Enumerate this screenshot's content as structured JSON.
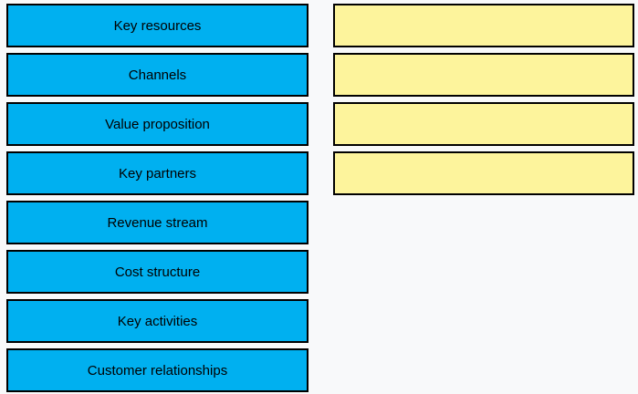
{
  "colors": {
    "background": "#f8f9fa",
    "option_fill": "#00b0f0",
    "target_fill": "#fdf49c",
    "border": "#000000",
    "text": "#000000"
  },
  "options": [
    {
      "label": "Key resources"
    },
    {
      "label": "Channels"
    },
    {
      "label": "Value proposition"
    },
    {
      "label": "Key partners"
    },
    {
      "label": "Revenue stream"
    },
    {
      "label": "Cost structure"
    },
    {
      "label": "Key activities"
    },
    {
      "label": "Customer relationships"
    }
  ],
  "targets": [
    {
      "value": ""
    },
    {
      "value": ""
    },
    {
      "value": ""
    },
    {
      "value": ""
    }
  ]
}
